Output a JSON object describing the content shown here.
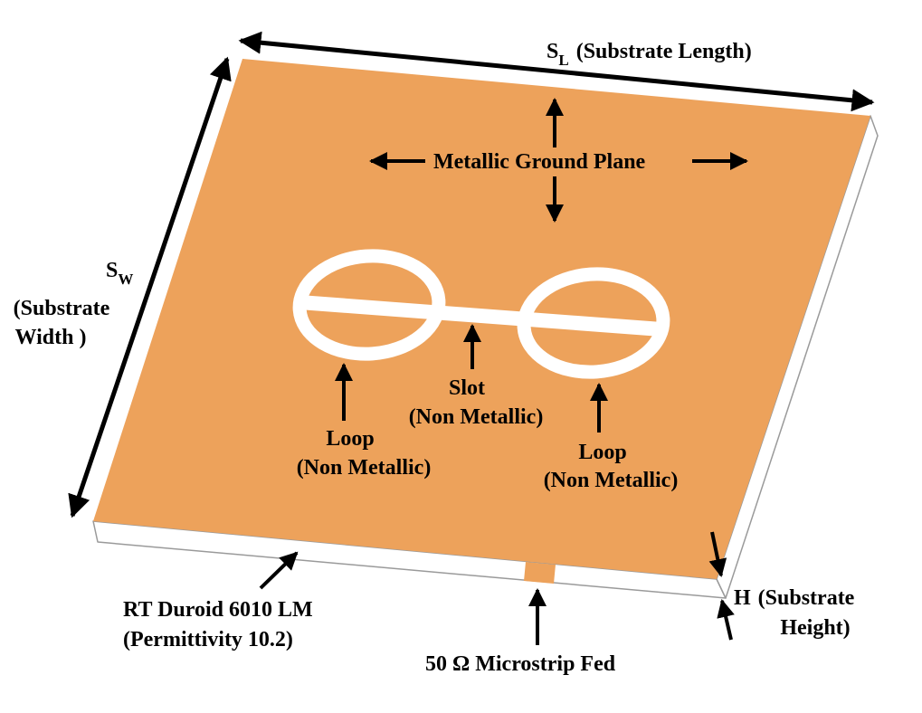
{
  "colors": {
    "copper": "#EDA25B",
    "substrate": "#ffffff",
    "outline": "#9a9a9a",
    "ink": "#000000"
  },
  "dimensions": {
    "length_symbol": "S",
    "length_subscript": "L",
    "length_text": "(Substrate Length)",
    "width_symbol": "S",
    "width_subscript": "W",
    "width_line1": "(Substrate",
    "width_line2": "Width )",
    "height_symbol": "H",
    "height_line1": "(Substrate",
    "height_line2": "Height)"
  },
  "labels": {
    "ground_plane": "Metallic Ground Plane",
    "slot_line1": "Slot",
    "slot_line2": "(Non Metallic)",
    "loop_left_line1": "Loop",
    "loop_left_line2": "(Non Metallic)",
    "loop_right_line1": "Loop",
    "loop_right_line2": "(Non Metallic)",
    "material_line1": "RT Duroid 6010 LM",
    "material_line2": "(Permittivity 10.2)",
    "feed": "50 Ω Microstrip Fed"
  }
}
